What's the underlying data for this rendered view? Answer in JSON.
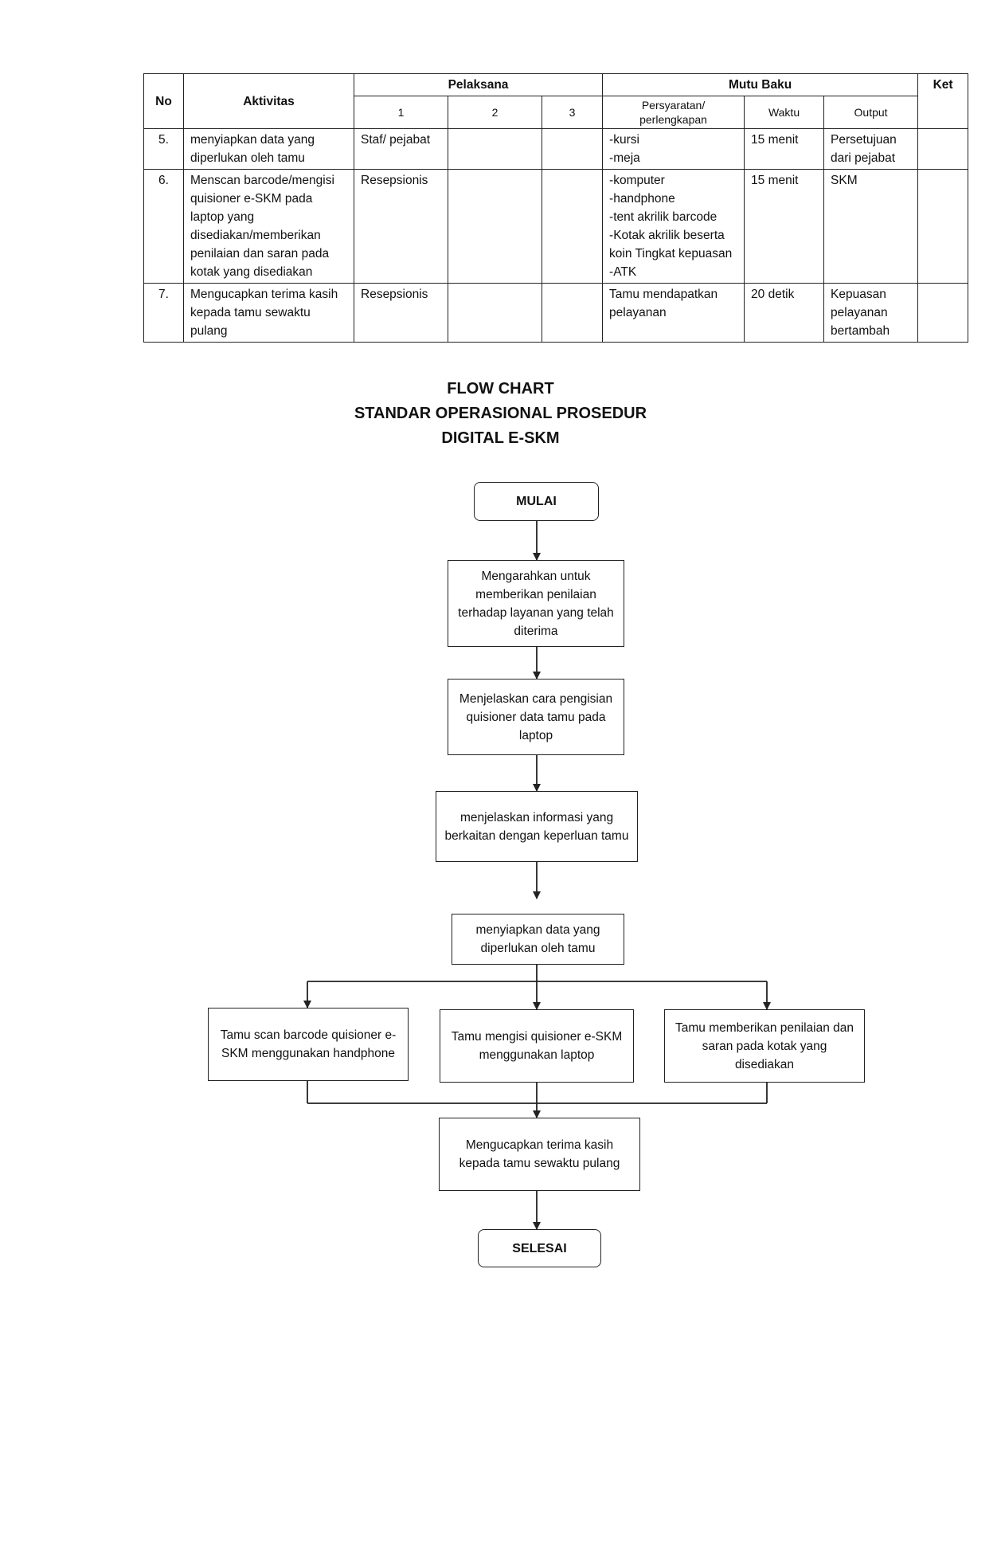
{
  "table": {
    "headers": {
      "no": "No",
      "aktivitas": "Aktivitas",
      "pelaksana": "Pelaksana",
      "mutu_baku": "Mutu Baku",
      "ket": "Ket",
      "p1": "1",
      "p2": "2",
      "p3": "3",
      "persyaratan": "Persyaratan/ perlengkapan",
      "waktu": "Waktu",
      "output": "Output"
    },
    "rows": [
      {
        "no": "5.",
        "aktivitas": "menyiapkan data yang diperlukan oleh tamu",
        "p1": "Staf/ pejabat",
        "p2": "",
        "p3": "",
        "persyaratan": "-kursi\n-meja",
        "waktu": "15 menit",
        "output": "Persetujuan dari pejabat",
        "ket": ""
      },
      {
        "no": "6.",
        "aktivitas": "Menscan barcode/mengisi quisioner e-SKM pada laptop yang disediakan/memberikan penilaian dan saran pada kotak yang disediakan",
        "p1": "Resepsionis",
        "p2": "",
        "p3": "",
        "persyaratan": "-komputer\n-handphone\n-tent akrilik barcode\n-Kotak akrilik beserta koin Tingkat kepuasan\n-ATK",
        "waktu": "15 menit",
        "output": "SKM",
        "ket": ""
      },
      {
        "no": "7.",
        "aktivitas": "Mengucapkan terima kasih kepada tamu sewaktu pulang",
        "p1": "Resepsionis",
        "p2": "",
        "p3": "",
        "persyaratan": "Tamu mendapatkan pelayanan",
        "waktu": "20 detik",
        "output": "Kepuasan pelayanan bertambah",
        "ket": ""
      }
    ]
  },
  "flowchart": {
    "title_line1": "FLOW CHART",
    "title_line2": "STANDAR OPERASIONAL PROSEDUR",
    "title_line3": "DIGITAL E-SKM",
    "start": "MULAI",
    "step1": "Mengarahkan untuk memberikan penilaian terhadap layanan yang telah diterima",
    "step2": "Menjelaskan cara pengisian quisioner data tamu pada laptop",
    "step3": "menjelaskan informasi yang berkaitan dengan keperluan tamu",
    "step4": "menyiapkan data yang diperlukan oleh tamu",
    "branch_left": "Tamu scan barcode quisioner e-SKM menggunakan handphone",
    "branch_center": "Tamu mengisi quisioner e-SKM menggunakan laptop",
    "branch_right": "Tamu memberikan penilaian dan saran pada kotak yang disediakan",
    "step5": "Mengucapkan terima kasih kepada tamu sewaktu pulang",
    "end": "SELESAI"
  }
}
